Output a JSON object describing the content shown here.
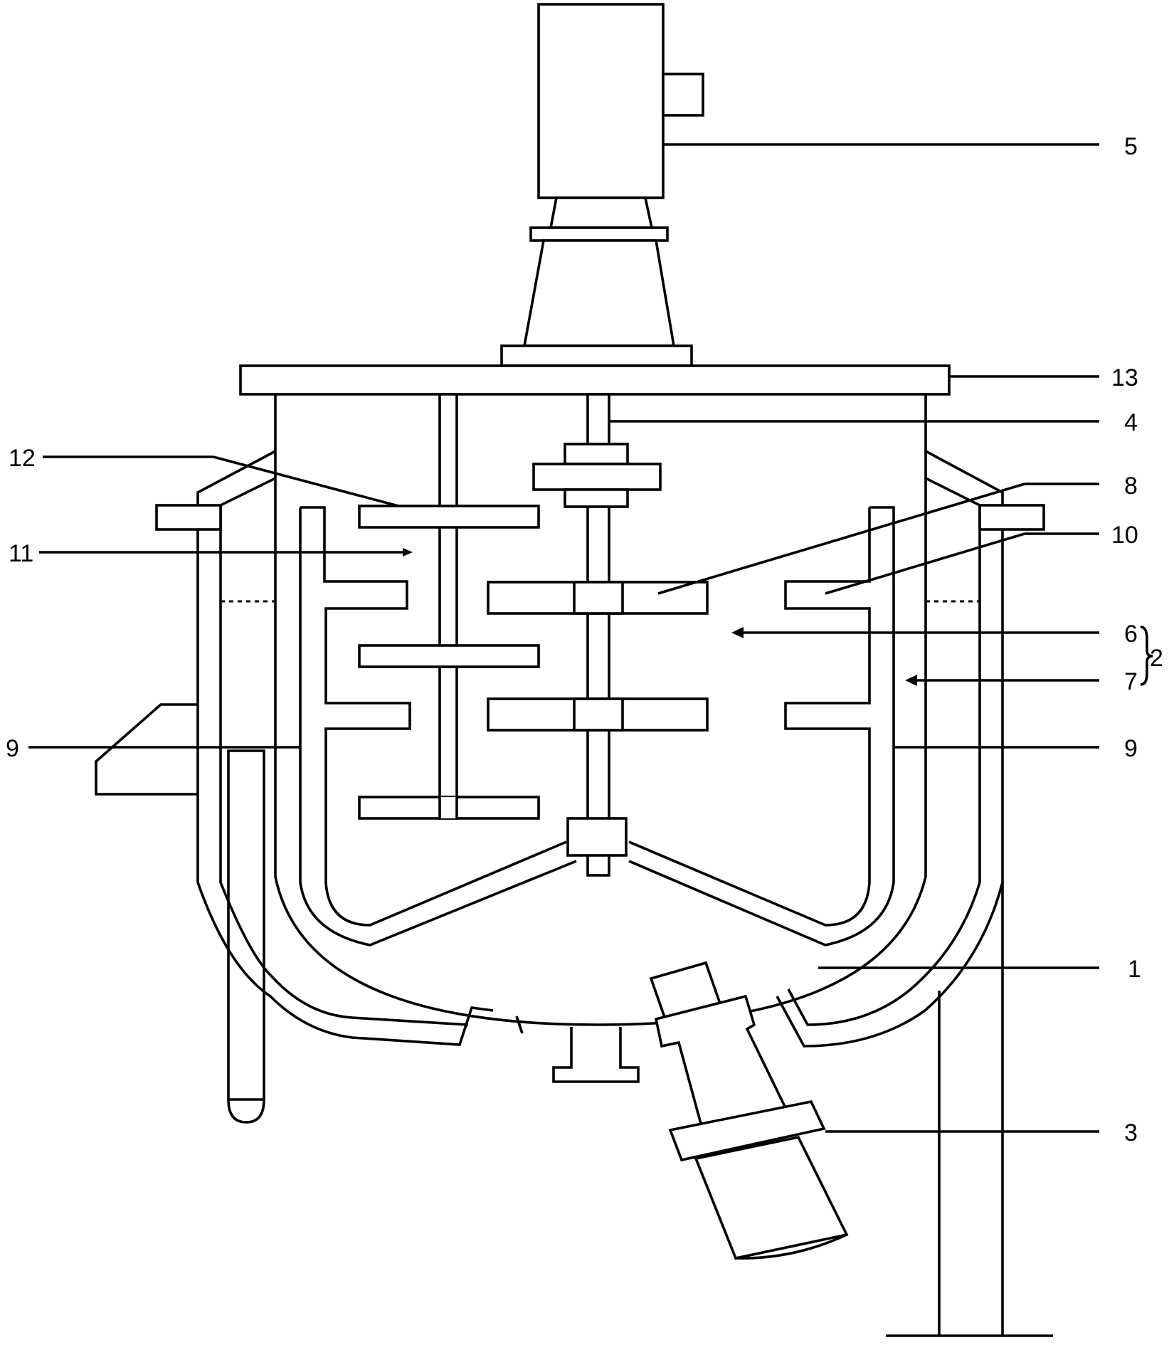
{
  "labels": {
    "l5": "5",
    "l13": "13",
    "l4": "4",
    "l12": "12",
    "l8": "8",
    "l11": "11",
    "l10": "10",
    "l6": "6",
    "l2": "2",
    "l7": "7",
    "l9_left": "9",
    "l9_right": "9",
    "l1": "1",
    "l3": "3"
  },
  "colors": {
    "line": "#000000",
    "background": "#ffffff"
  }
}
